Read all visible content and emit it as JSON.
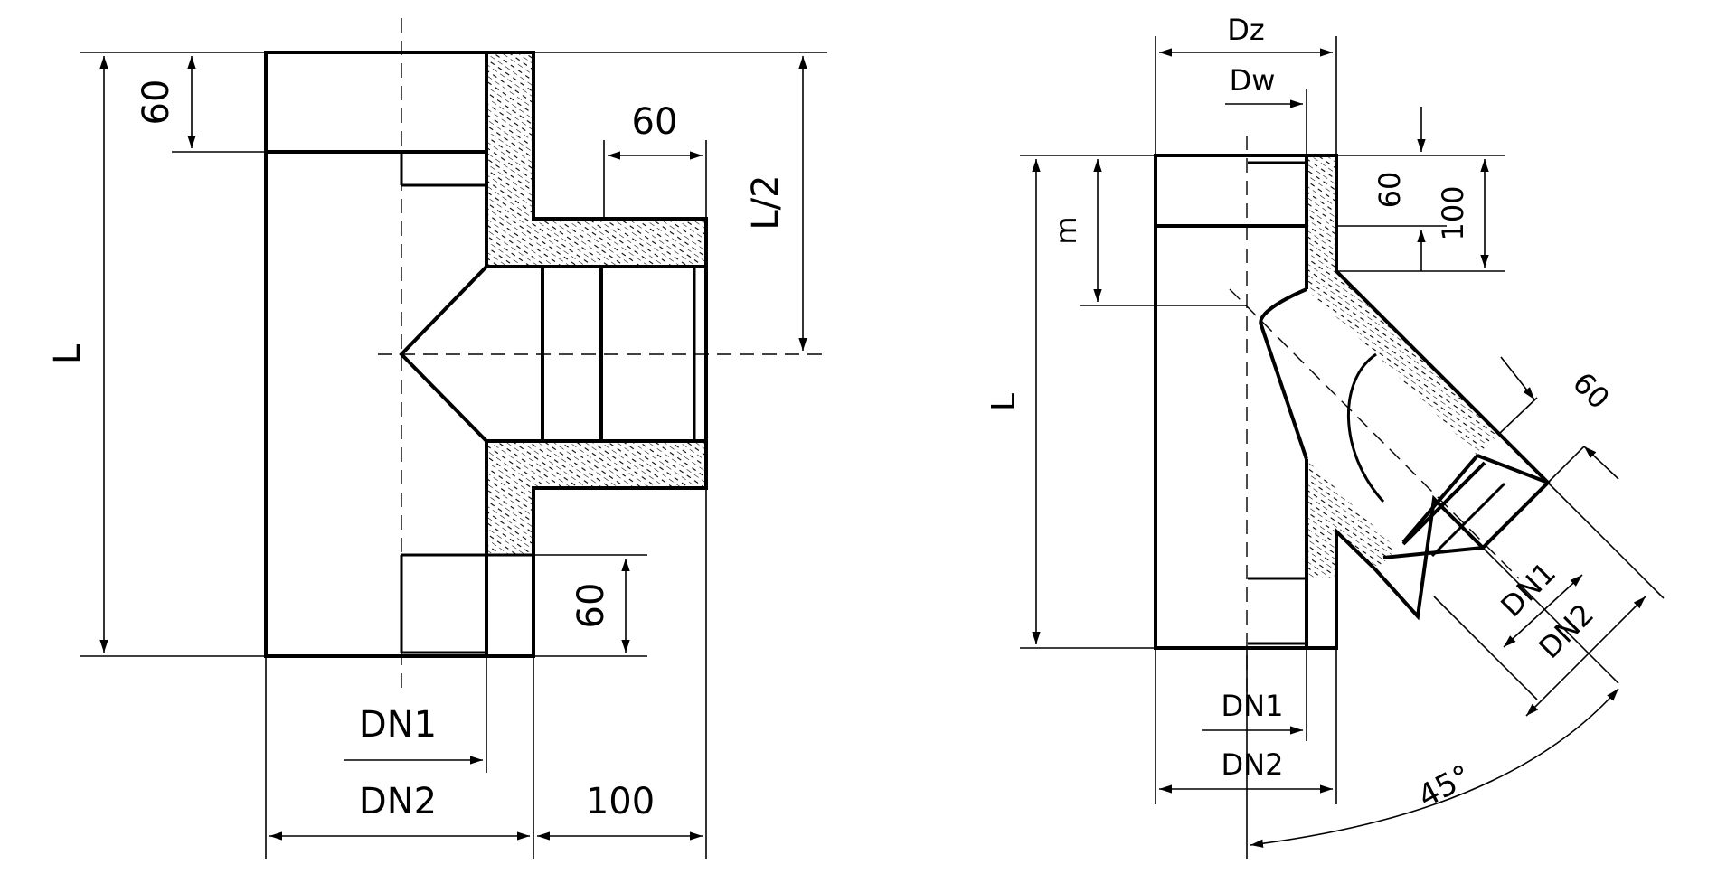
{
  "left_view": {
    "dim_top_socket": "60",
    "dim_total_length": "L",
    "dim_half_length": "L/2",
    "dim_branch_socket": "60",
    "dim_bottom_socket": "60",
    "dim_inner_diameter": "DN1",
    "dim_outer_diameter": "DN2",
    "dim_branch_length": "100"
  },
  "right_view": {
    "dim_outer_diameter_top": "Dz",
    "dim_inner_diameter_top": "Dw",
    "dim_offset": "m",
    "dim_total_length": "L",
    "dim_top_socket": "60",
    "dim_top_height": "100",
    "dim_branch_socket": "60",
    "dim_branch_inner": "DN1",
    "dim_branch_outer": "DN2",
    "dim_bottom_inner": "DN1",
    "dim_bottom_outer": "DN2",
    "dim_angle": "45°"
  },
  "colors": {
    "line": "#000000",
    "background": "#ffffff",
    "hatch": "#000000"
  }
}
